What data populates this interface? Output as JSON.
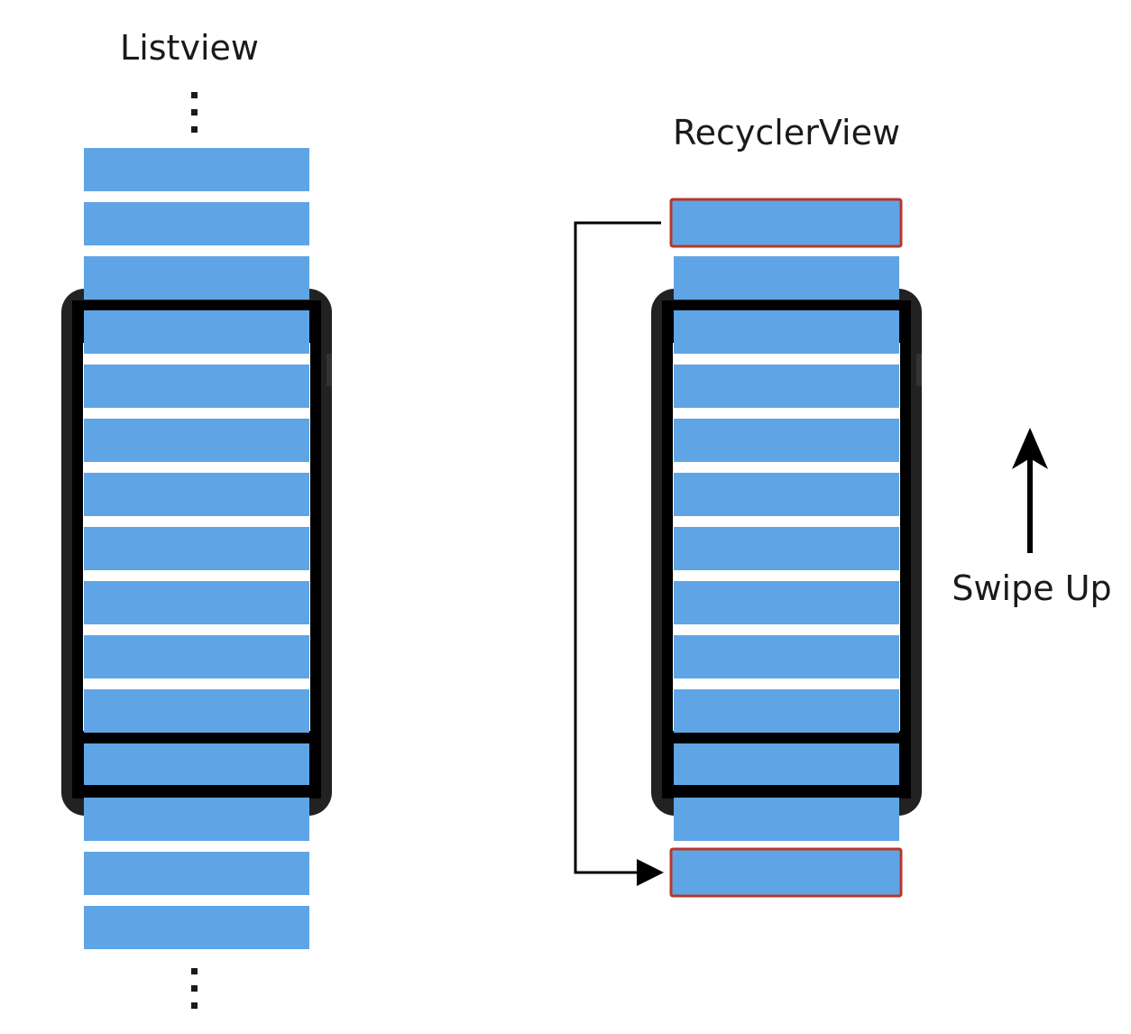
{
  "colors": {
    "item_fill": "#5fa5e6",
    "phone_frame": "#222222",
    "recycled_outline": "#b8362c",
    "arrow": "#000000",
    "text": "#1a1a1a"
  },
  "listview": {
    "title": "Listview",
    "item_count": 15,
    "continuation_icon": "vertical-ellipsis-icon"
  },
  "recyclerview": {
    "title": "RecyclerView",
    "item_count": 11,
    "recycled_items": 2,
    "gesture_label": "Swipe Up",
    "gesture_icon": "up-arrow-icon",
    "recycle_icon": "recycle-flow-arrow-icon"
  },
  "icons": [
    "phone-frame-icon",
    "vertical-ellipsis-icon",
    "up-arrow-icon",
    "recycle-flow-arrow-icon"
  ]
}
